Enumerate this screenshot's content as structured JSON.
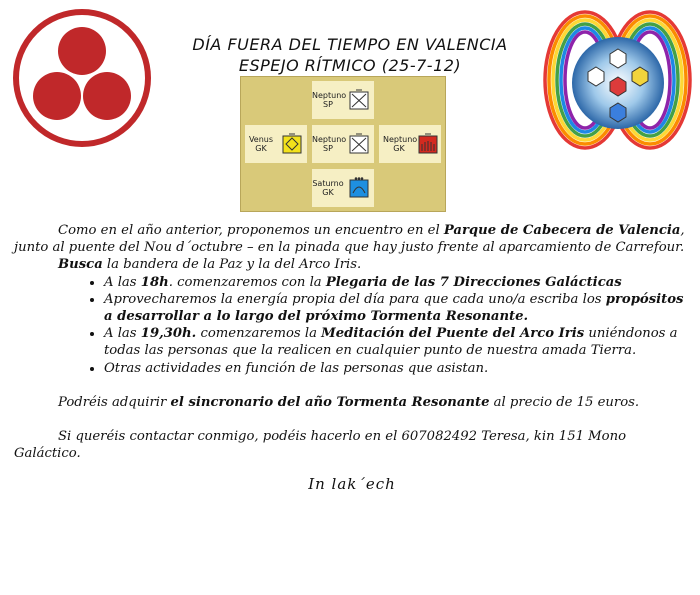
{
  "title": {
    "line1": "DÍA FUERA DEL TIEMPO  EN VALENCIA",
    "line2": "ESPEJO RÍTMICO  (25-7-12)"
  },
  "mirror": {
    "top": {
      "name": "Neptuno",
      "code": "SP"
    },
    "left": {
      "name": "Venus",
      "code": "GK"
    },
    "center": {
      "name": "Neptuno",
      "code": "SP"
    },
    "right": {
      "name": "Neptuno",
      "code": "GK"
    },
    "bottom": {
      "name": "Saturno",
      "code": "GK"
    }
  },
  "paragraph1": {
    "t1": "Como en el año anterior, proponemos un encuentro en el ",
    "b1": "Parque de Cabecera de Valencia",
    "t2": ", junto al puente del Nou  d´octubre    – en la pinada que hay justo frente al aparcamiento de Carrefour."
  },
  "paragraph2": {
    "b1": "Busca",
    "t1": " la bandera de la Paz y la del Arco Iris."
  },
  "bullets": {
    "b1": {
      "t1": "A las ",
      "b1": "18h",
      "t2": ". comenzaremos con la ",
      "b2": "Plegaria de  las 7 Direcciones Galácticas"
    },
    "b2": {
      "t1": "Aprovecharemos la energía propia del día para que cada uno/a escriba los ",
      "b1": "propósitos a desarrollar a lo largo del próximo Tormenta Resonante."
    },
    "b3": {
      "t1": "A las ",
      "b1": "19,30h.",
      "t2": " comenzaremos la ",
      "b2": "Meditación del Puente del Arco Iris",
      "t3": " uniéndonos a todas las personas que la realicen en cualquier punto de nuestra amada Tierra."
    },
    "b4": {
      "t1": "Otras actividades en función de las personas que asistan."
    }
  },
  "paragraph3": {
    "t1": "Podréis adquirir ",
    "b1": "el sincronario del  año Tormenta Resonante",
    "t2": " al precio de 15 euros."
  },
  "paragraph4": {
    "t1": "Si queréis contactar conmigo, podéis hacerlo en el 607082492 Teresa, kin 151 Mono Galáctico."
  },
  "signoff": "In  lak´ech",
  "colors": {
    "seal_red": "#c0282a",
    "venus_yellow": "#f3e21b",
    "neptune_red": "#d42a1f",
    "saturn_blue": "#1e8fe0",
    "mirror_frame": "#d9c979"
  }
}
